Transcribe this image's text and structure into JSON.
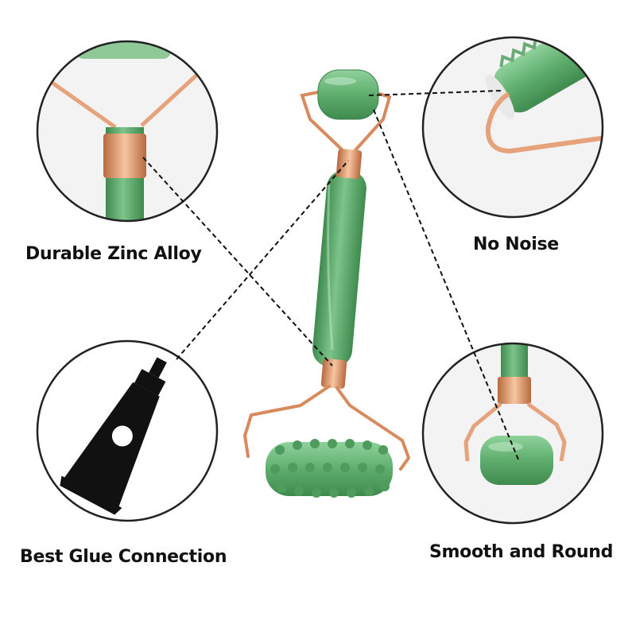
{
  "features": {
    "zinc_alloy": "Durable Zinc Alloy",
    "no_noise": "No Noise",
    "glue_connection": "Best Glue Connection",
    "smooth_round": "Smooth and Round"
  },
  "colors": {
    "jade": "#5fae6e",
    "jade_dark": "#3f8a4e",
    "jade_light": "#9fd7a6",
    "rose_gold": "#e0986c",
    "rose_gold_dark": "#b8693f",
    "outline": "#222222",
    "text": "#111111"
  }
}
